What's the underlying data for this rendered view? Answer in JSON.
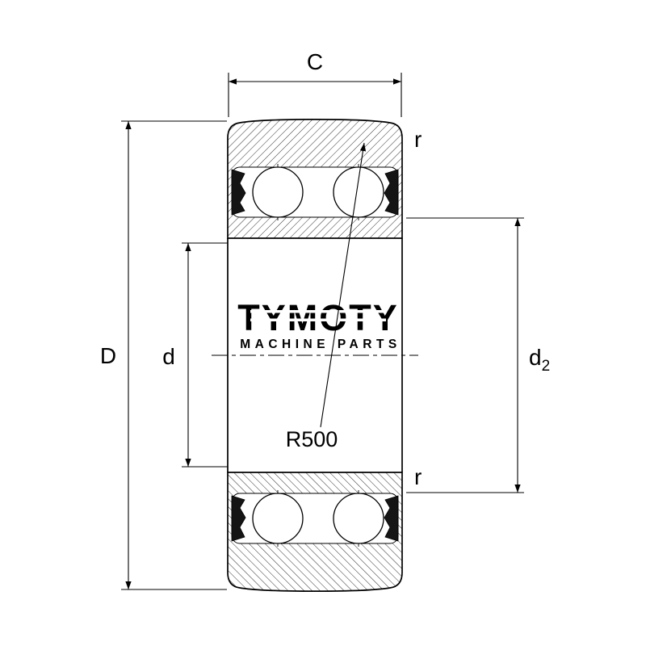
{
  "drawing": {
    "type": "bearing-cross-section-technical-drawing",
    "labels": {
      "width": "C",
      "outer_diameter": "D",
      "bore_diameter": "d",
      "rib_diameter_base": "d",
      "rib_diameter_sub": "2",
      "corner_radius_top": "r",
      "corner_radius_bottom": "r",
      "crown_radius": "R500"
    },
    "watermark": {
      "brand": "TYMOTY",
      "tagline": "MACHINE PARTS"
    },
    "colors": {
      "ink": "#000000",
      "watermark_blue": "#b6cfe4",
      "watermark_blue_dark": "#9fbfd8",
      "seal_fill": "#151515",
      "background": "#ffffff"
    }
  }
}
